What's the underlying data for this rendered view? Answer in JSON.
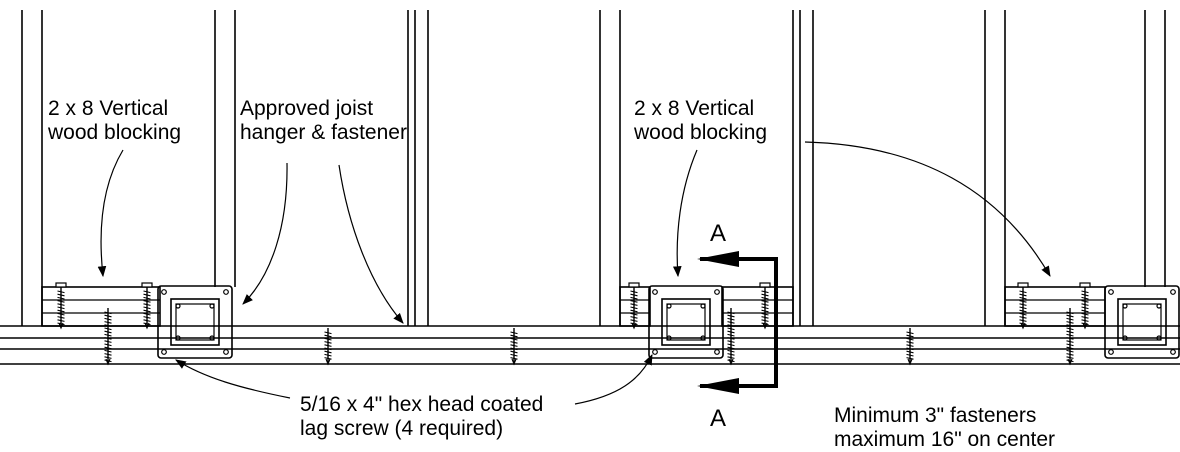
{
  "labels": {
    "vertical_blocking_left": [
      "2 x 8 Vertical",
      "wood blocking"
    ],
    "joist_hanger": [
      "Approved joist",
      "hanger & fastener"
    ],
    "vertical_blocking_right": [
      "2 x 8 Vertical",
      "wood blocking"
    ],
    "lag_screw": [
      "5/16 x 4\" hex head coated",
      "lag screw (4 required)"
    ],
    "fastener_spacing": [
      "Minimum 3\" fasteners",
      "maximum 16\" on center"
    ]
  },
  "section_marker": {
    "top": "A",
    "bottom": "A"
  }
}
